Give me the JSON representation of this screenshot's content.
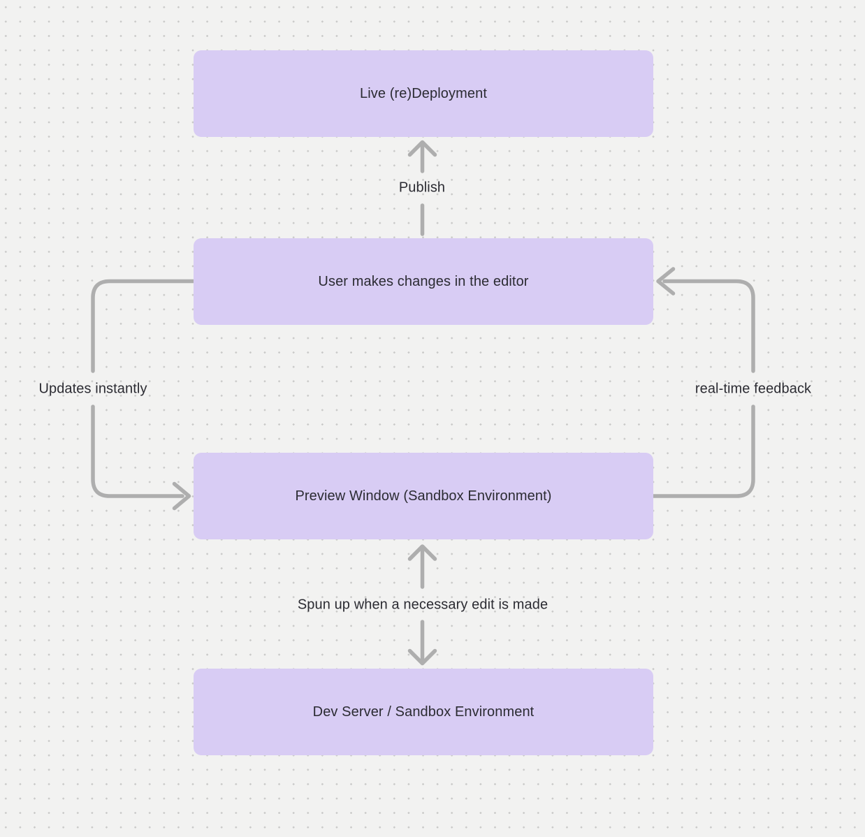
{
  "colors": {
    "canvas-bg": "#f2f2f1",
    "dot": "#c9c9c8",
    "node-fill": "#d8ccf4",
    "arrow": "#aeaeae",
    "text": "#2b2b32"
  },
  "diagram": {
    "nodes": [
      {
        "id": "live-redeployment",
        "label": "Live (re)Deployment"
      },
      {
        "id": "user-editor",
        "label": "User makes changes in the editor"
      },
      {
        "id": "preview-window",
        "label": "Preview Window (Sandbox Environment)"
      },
      {
        "id": "dev-server",
        "label": "Dev Server / Sandbox Environment"
      }
    ],
    "edges": [
      {
        "id": "publish",
        "label": "Publish",
        "from": "user-editor",
        "to": "live-redeployment",
        "direction": "up"
      },
      {
        "id": "updates-instantly",
        "label": "Updates instantly",
        "from": "user-editor",
        "to": "preview-window",
        "direction": "left-loop-down"
      },
      {
        "id": "real-time-feedback",
        "label": "real-time feedback",
        "from": "preview-window",
        "to": "user-editor",
        "direction": "right-loop-up"
      },
      {
        "id": "spun-up",
        "label": "Spun up when a necessary edit is made",
        "from": "preview-window",
        "to": "dev-server",
        "bidirectional": true
      }
    ]
  }
}
